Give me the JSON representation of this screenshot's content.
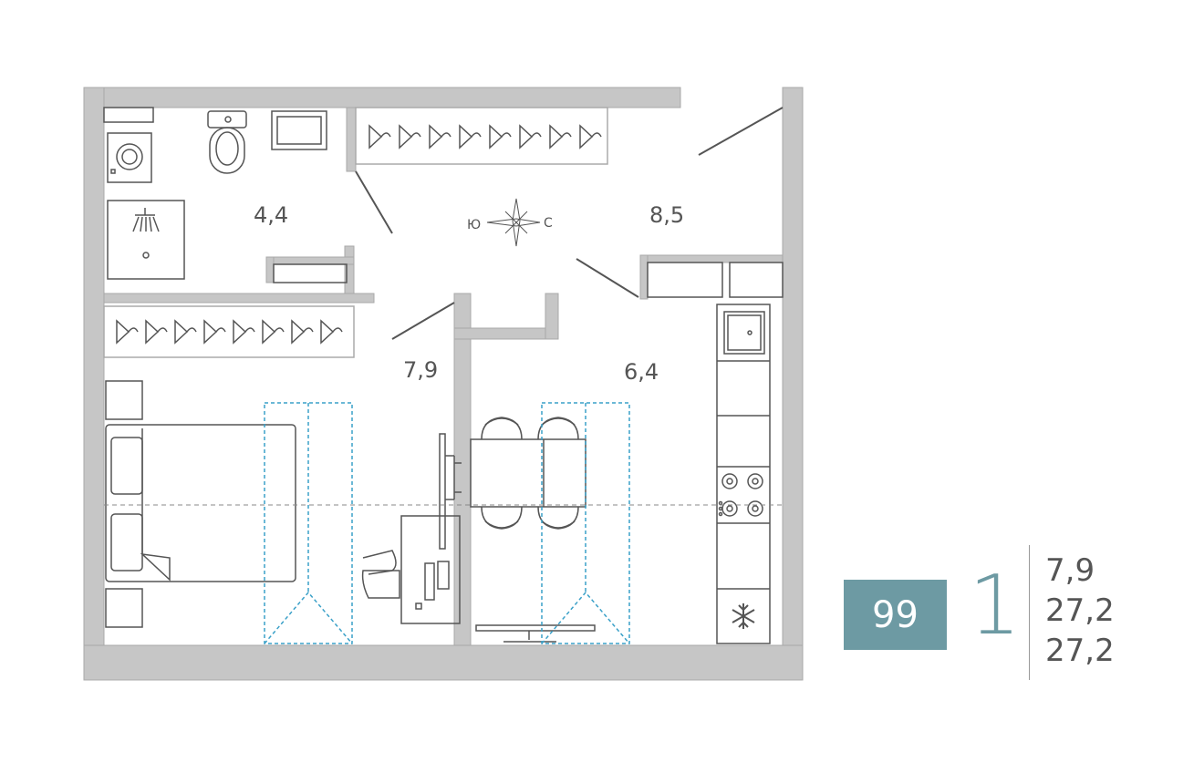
{
  "rooms": {
    "bathroom_area": "4,4",
    "hall_area": "8,5",
    "bedroom_area": "7,9",
    "kitchen_area": "6,4"
  },
  "compass": {
    "left": "Ю",
    "right": "С"
  },
  "apartment": {
    "number": "99",
    "rooms_count": "1",
    "areas": [
      "7,9",
      "27,2",
      "27,2"
    ]
  },
  "colors": {
    "wall": "#c6c6c6",
    "line": "#555555",
    "accent": "#6d9aa3",
    "dashed": "#3aa0c8"
  }
}
